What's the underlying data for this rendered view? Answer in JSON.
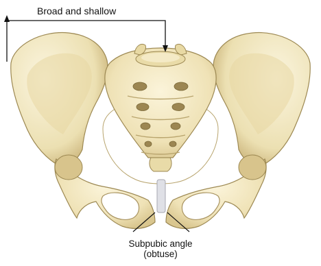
{
  "diagram": {
    "callout_top": "Broad and shallow",
    "callout_bottom_line1": "Subpubic angle",
    "callout_bottom_line2": "(obtuse)"
  },
  "colors": {
    "bone": "#efe3b9",
    "bone_light": "#f8f0d2",
    "bone_shadow": "#c8b47c",
    "outline": "#8c7a4a",
    "cavity": "#ffffff",
    "leader_line": "#111111"
  }
}
